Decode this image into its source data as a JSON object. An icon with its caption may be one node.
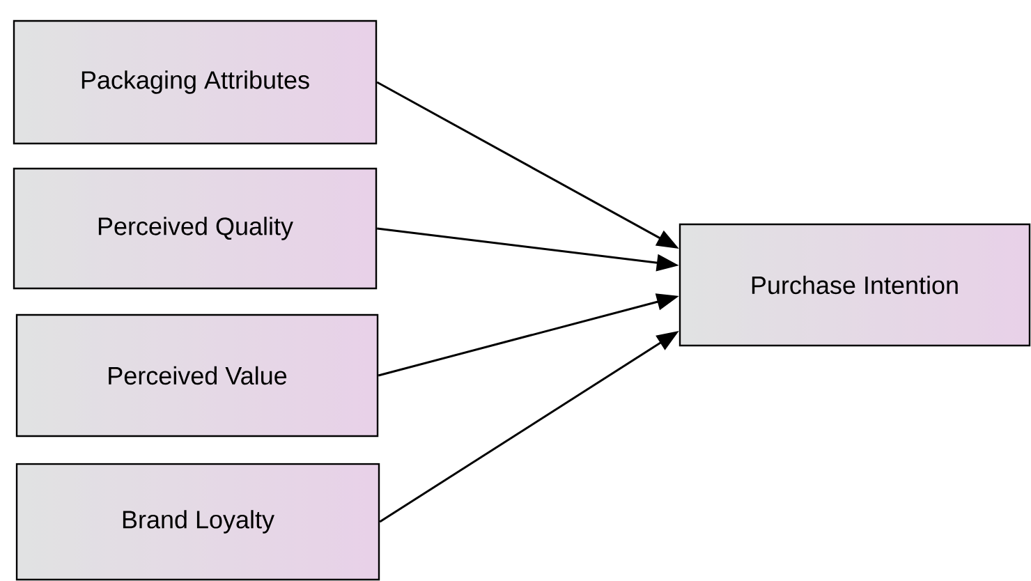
{
  "diagram": {
    "nodes": [
      {
        "text": [
          "Packaging Attributes"
        ]
      },
      {
        "text": [
          "Perceived Quality"
        ]
      },
      {
        "text": [
          "Perceived Value"
        ]
      },
      {
        "text": [
          "Brand Loyalty"
        ]
      },
      {
        "text": [
          "Purchase Intention"
        ]
      }
    ],
    "edges": [
      {
        "from": 0,
        "to": 4,
        "arrow": "to"
      },
      {
        "from": 1,
        "to": 4,
        "arrow": "to"
      },
      {
        "from": 2,
        "to": 4,
        "arrow": "to"
      },
      {
        "from": 3,
        "to": 4,
        "arrow": "to"
      }
    ]
  }
}
